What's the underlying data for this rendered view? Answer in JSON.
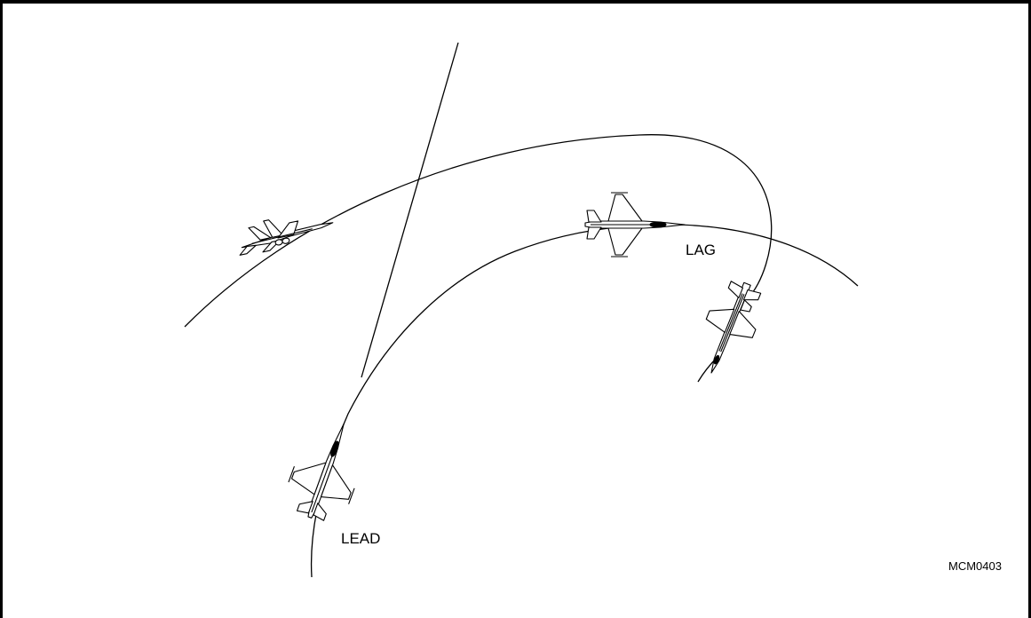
{
  "labels": {
    "lag": "LAG",
    "lead": "LEAD",
    "figure_id": "MCM0403"
  },
  "colors": {
    "line": "#000000",
    "background": "#ffffff"
  },
  "aircraft": [
    {
      "name": "bandit-mig-left",
      "icon": "twin-tail-fighter-icon"
    },
    {
      "name": "lag-fighter",
      "icon": "f16-fighter-icon"
    },
    {
      "name": "bandit-mig-right",
      "icon": "twin-tail-fighter-icon"
    },
    {
      "name": "lead-fighter",
      "icon": "f16-fighter-icon"
    }
  ]
}
